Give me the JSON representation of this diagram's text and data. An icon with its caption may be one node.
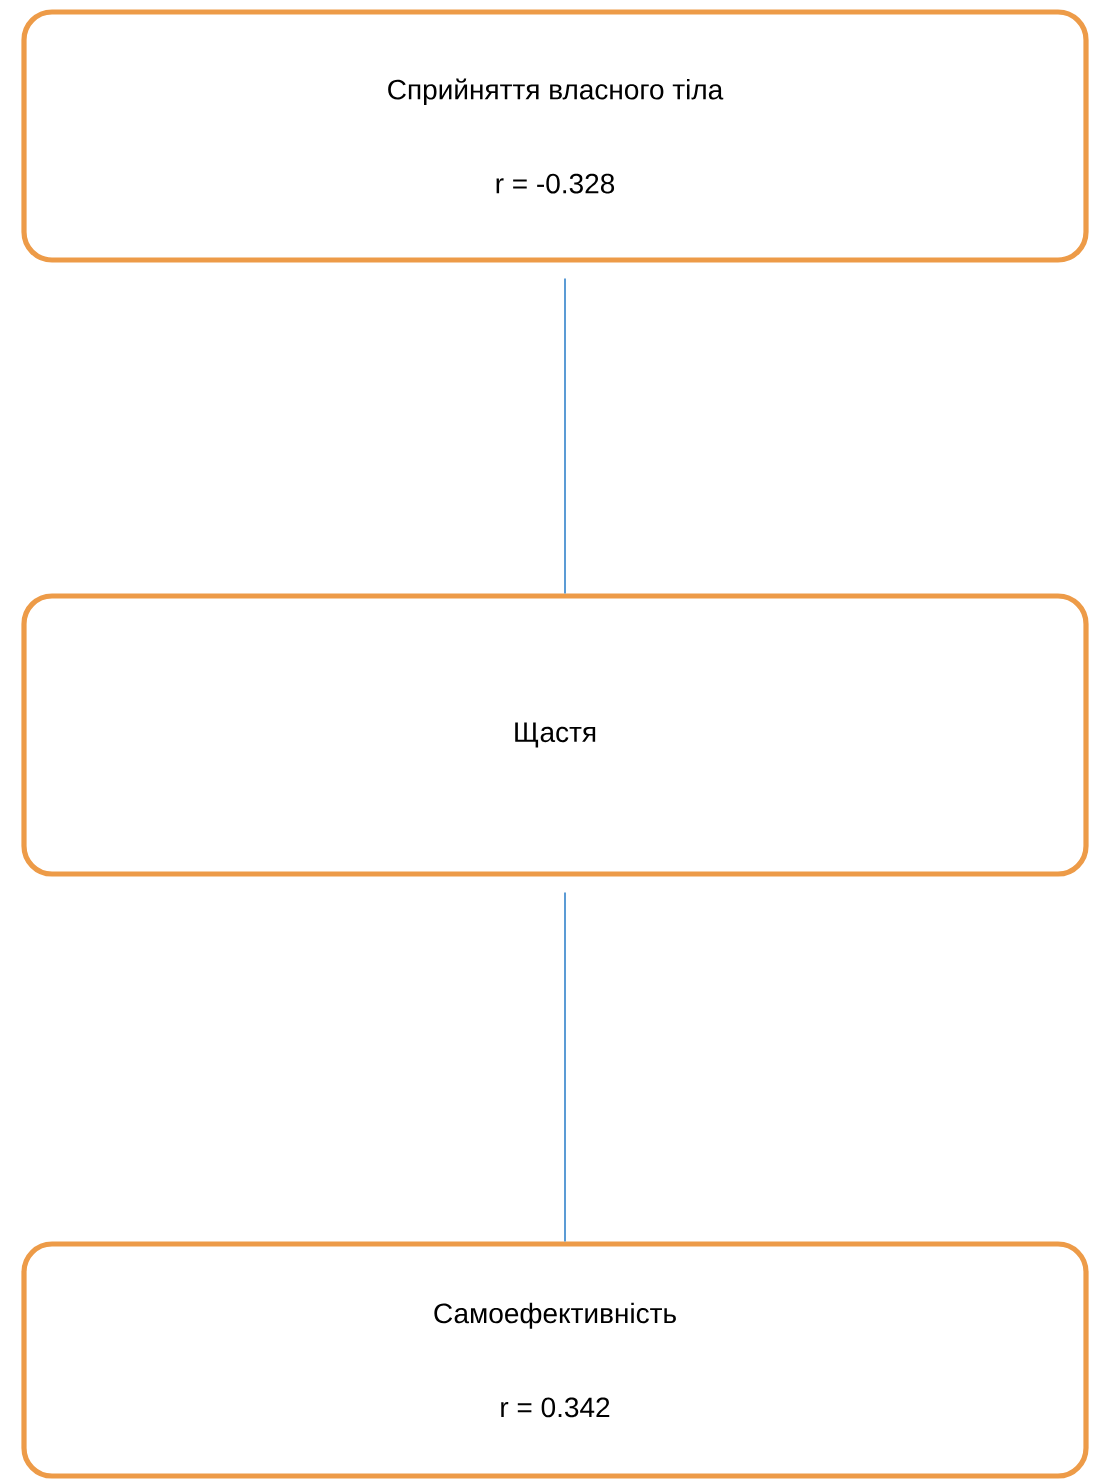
{
  "diagram": {
    "nodes": [
      {
        "text": [
          "Сприйняття власного тіла",
          "r = -0.328"
        ]
      },
      {
        "text": [
          "Щастя"
        ]
      },
      {
        "text": [
          "Самоефективність",
          "r = 0.342"
        ]
      }
    ],
    "edges": [
      {
        "from": 0,
        "to": 1,
        "arrow": "none"
      },
      {
        "from": 1,
        "to": 2,
        "arrow": "none"
      }
    ]
  }
}
